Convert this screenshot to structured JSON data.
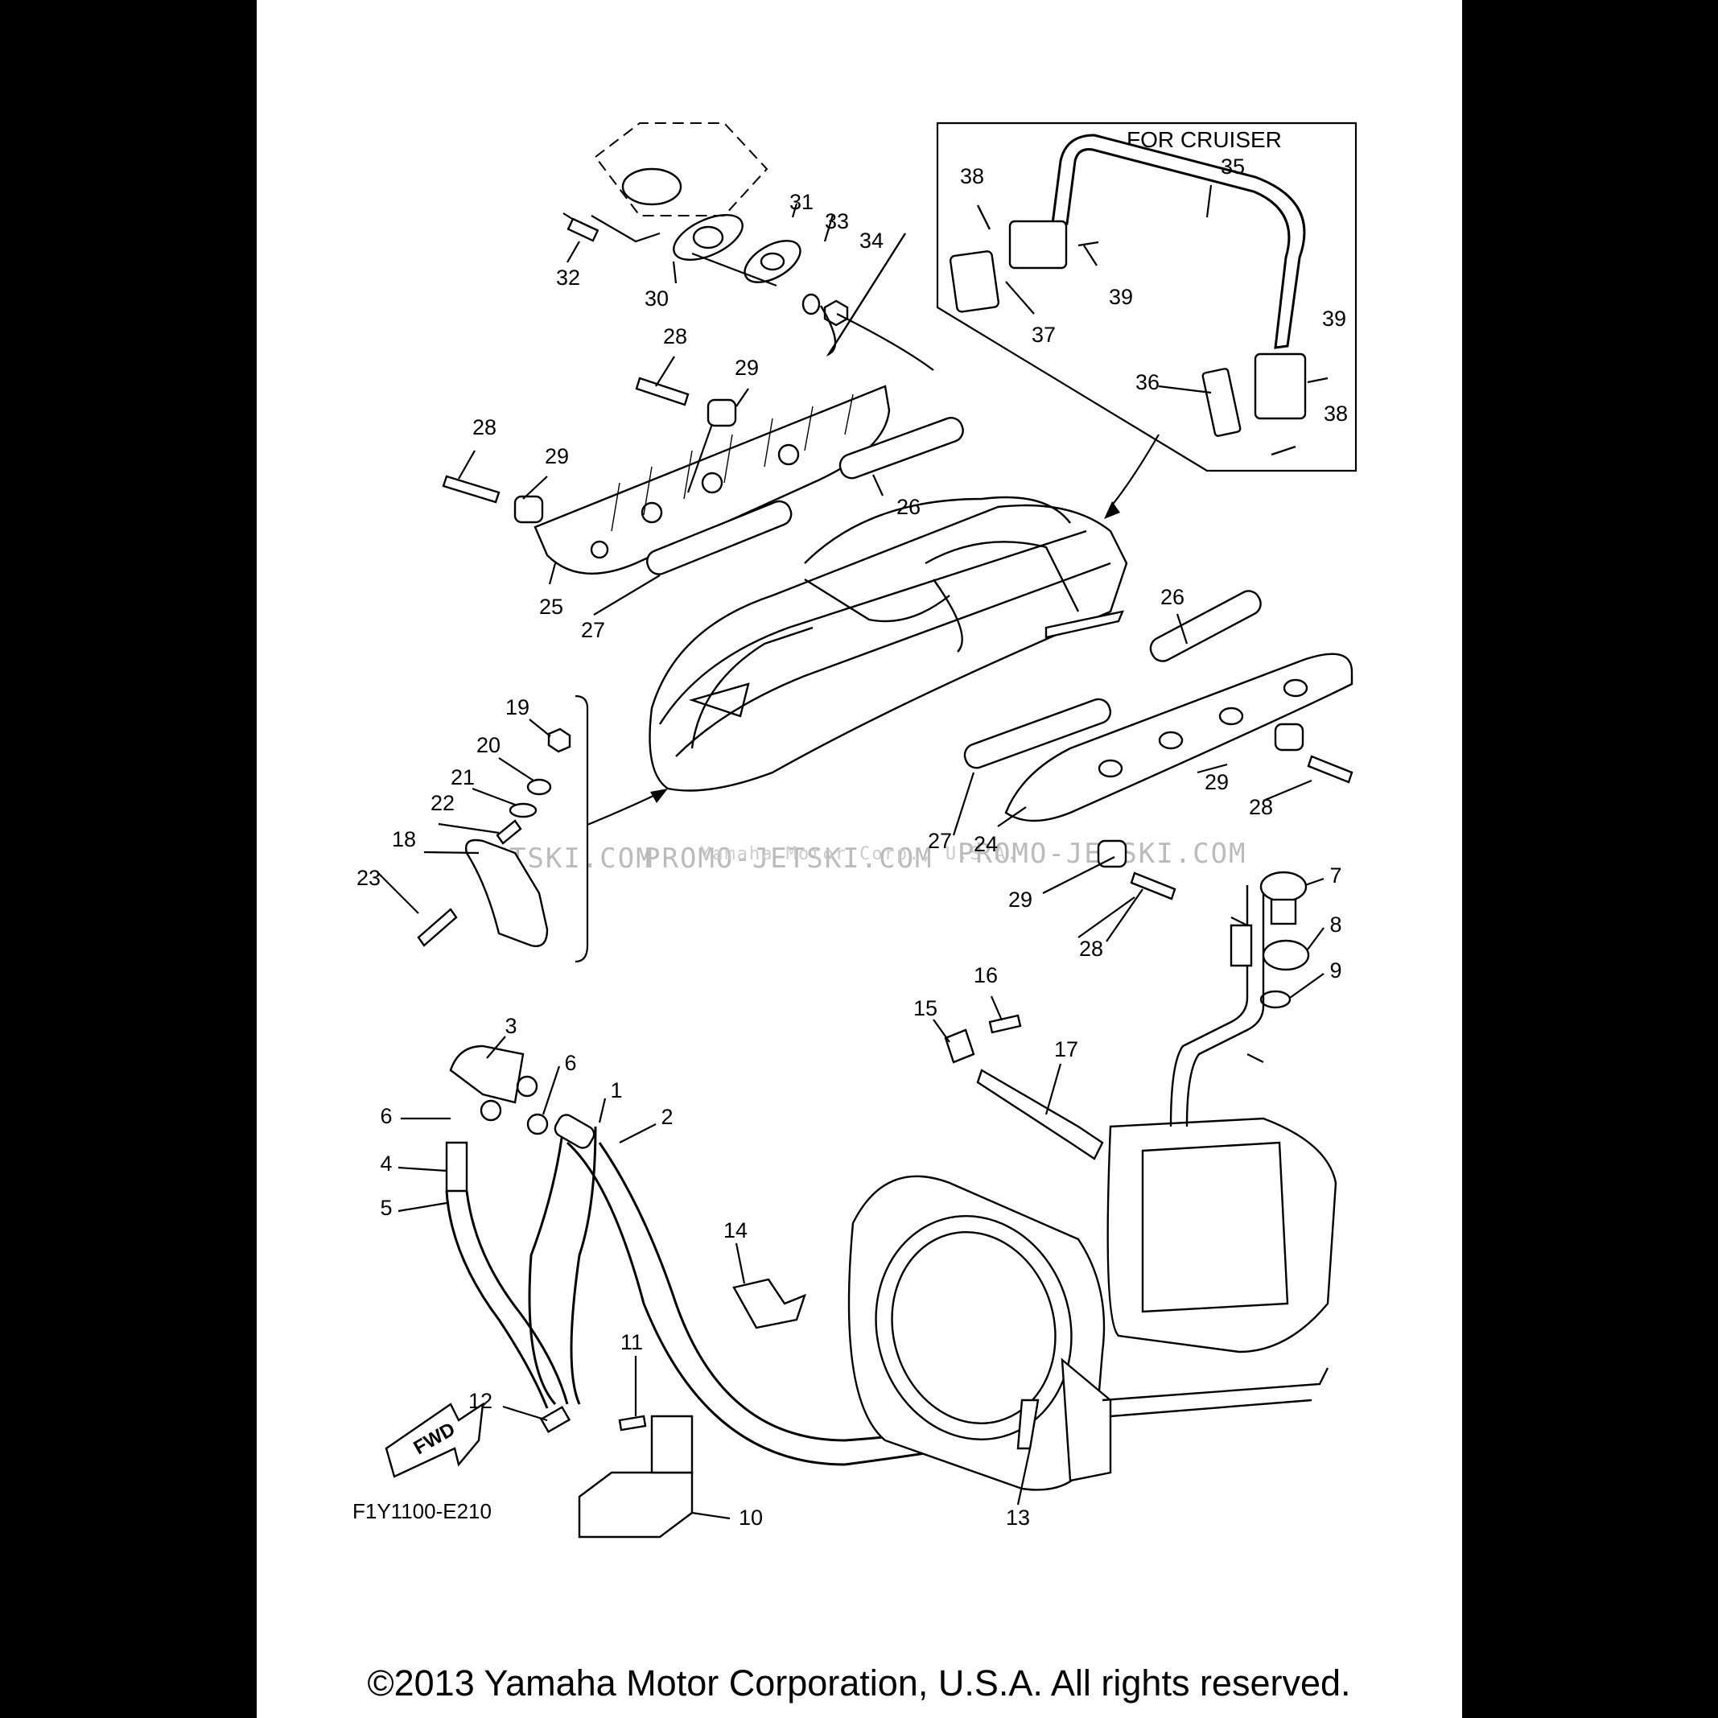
{
  "diagram": {
    "box_title": "FOR CRUISER",
    "drawing_code": "F1Y1100-E210",
    "fwd_label": "FWD",
    "watermark_left": "JETSKI.COM",
    "watermark_middle": "PROMO-JETSKI.COM",
    "watermark_faint": "Yamaha Motor Corp., U.S.A.",
    "watermark_right": "PROMO-JETSKI.COM",
    "callouts": {
      "c1": "1",
      "c2": "2",
      "c3": "3",
      "c4": "4",
      "c5": "5",
      "c6a": "6",
      "c6b": "6",
      "c7": "7",
      "c8": "8",
      "c9": "9",
      "c10": "10",
      "c11": "11",
      "c12": "12",
      "c13": "13",
      "c14": "14",
      "c15": "15",
      "c16": "16",
      "c17": "17",
      "c18": "18",
      "c19": "19",
      "c20": "20",
      "c21": "21",
      "c22": "22",
      "c23": "23",
      "c24": "24",
      "c25": "25",
      "c26a": "26",
      "c26b": "26",
      "c27a": "27",
      "c27b": "27",
      "c28a": "28",
      "c28b": "28",
      "c28c": "28",
      "c28d": "28",
      "c29a": "29",
      "c29b": "29",
      "c29c": "29",
      "c29d": "29",
      "c30": "30",
      "c31": "31",
      "c32": "32",
      "c33": "33",
      "c34": "34",
      "c35": "35",
      "c36": "36",
      "c37": "37",
      "c38a": "38",
      "c38b": "38",
      "c39a": "39",
      "c39b": "39"
    }
  },
  "footer": {
    "copyright": "©2013 Yamaha Motor Corporation, U.S.A. All rights reserved."
  }
}
